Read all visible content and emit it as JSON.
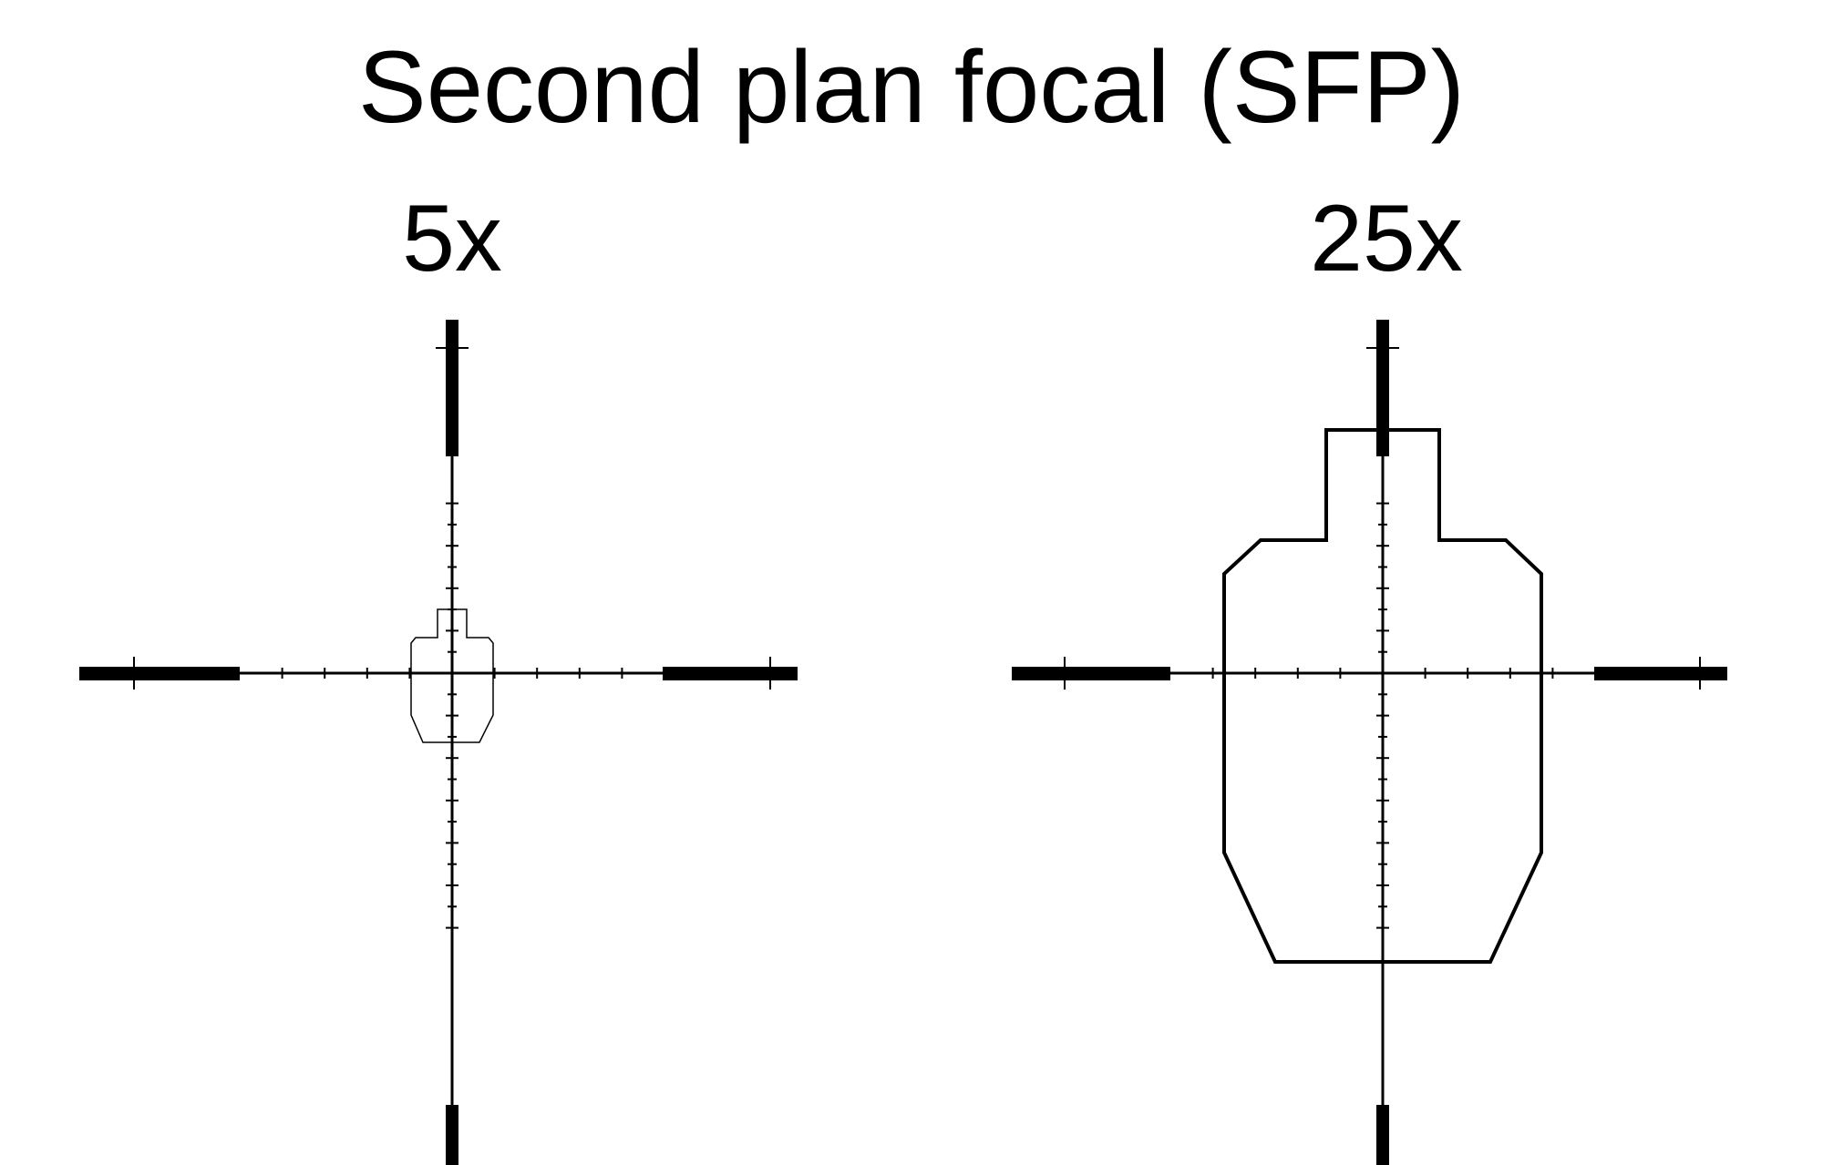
{
  "title": "Second plan focal (SFP)",
  "panels": [
    {
      "label": "5x",
      "magnification": 5
    },
    {
      "label": "25x",
      "magnification": 25
    }
  ],
  "colors": {
    "reticle": "#000000",
    "background": "#ffffff"
  }
}
